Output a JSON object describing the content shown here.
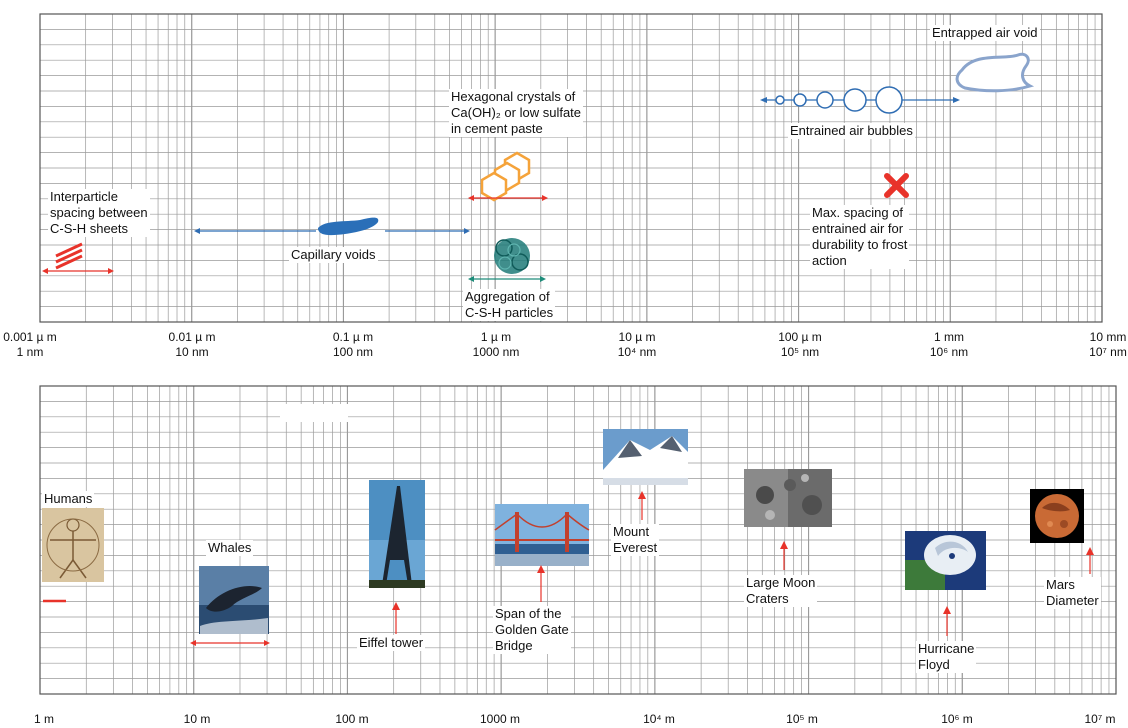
{
  "panel_top": {
    "ticks": [
      {
        "line1": "0.001 µ m",
        "line2": "1 nm"
      },
      {
        "line1": "0.01 µ m",
        "line2": "10 nm"
      },
      {
        "line1": "0.1 µ m",
        "line2": "100 nm"
      },
      {
        "line1": "1 µ m",
        "line2": "1000 nm"
      },
      {
        "line1": "10 µ m",
        "line2": "10⁴ nm"
      },
      {
        "line1": "100 µ m",
        "line2": "10⁵ nm"
      },
      {
        "line1": "1 mm",
        "line2": "10⁶ nm"
      },
      {
        "line1": "10 mm",
        "line2": "10⁷ nm"
      }
    ],
    "labels": {
      "entrapped_air_void": "Entrapped air void",
      "hex_crystals_1": "Hexagonal crystals of",
      "hex_crystals_2": "Ca(OH)₂ or low sulfate",
      "hex_crystals_3": "in cement paste",
      "entrained_air_bubbles": "Entrained air bubbles",
      "interparticle_1": "Interparticle",
      "interparticle_2": "spacing between",
      "interparticle_3": "C-S-H sheets",
      "capillary_voids": "Capillary voids",
      "max_spacing_1": "Max. spacing of",
      "max_spacing_2": "entrained air for",
      "max_spacing_3": "durability to frost",
      "max_spacing_4": "action",
      "aggregation_1": "Aggregation of",
      "aggregation_2": "C-S-H particles"
    }
  },
  "panel_bottom": {
    "ticks": [
      "1 m",
      "10 m",
      "100 m",
      "1000 m",
      "10⁴ m",
      "10⁵ m",
      "10⁶ m",
      "10⁷ m"
    ],
    "labels": {
      "humans": "Humans",
      "whales": "Whales",
      "eiffel": "Eiffel tower",
      "golden_gate_1": "Span of the",
      "golden_gate_2": "Golden Gate",
      "golden_gate_3": "Bridge",
      "everest_1": "Mount",
      "everest_2": "Everest",
      "moon_1": "Large Moon",
      "moon_2": "Craters",
      "hurricane_1": "Hurricane",
      "hurricane_2": "Floyd",
      "mars_1": "Mars",
      "mars_2": "Diameter"
    }
  },
  "colors": {
    "grid": "#9a9a9a",
    "frame": "#555555",
    "arrow_blue": "#2f6db3",
    "arrow_red": "#e8332a",
    "arrow_green": "#1e8c7a",
    "crystal_orange": "#f5a33a",
    "void_outline": "#8aa4cc",
    "blob_blue": "#2a6fb8",
    "csh_teal": "#1f7a78"
  }
}
